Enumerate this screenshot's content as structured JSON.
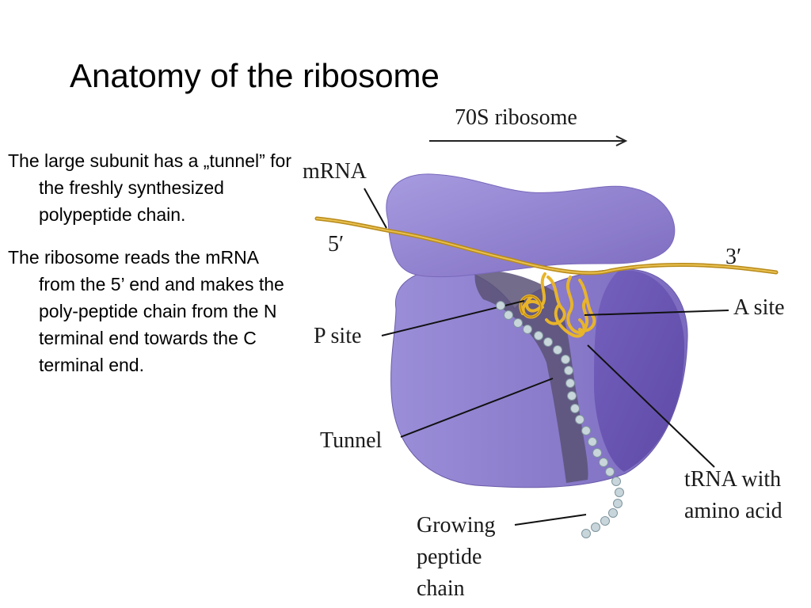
{
  "slide": {
    "title": "Anatomy of the ribosome",
    "bullets": [
      "The large subunit has a „tunnel” for the freshly synthesized polypeptide chain.",
      "The ribosome reads the mRNA from the 5’ end and makes the poly-peptide chain from the N terminal end towards the C terminal end."
    ]
  },
  "figure": {
    "header": "70S ribosome",
    "labels": {
      "mrna": "mRNA",
      "five_prime": "5′",
      "three_prime": "3′",
      "a_site": "A site",
      "p_site": "P site",
      "tunnel": "Tunnel",
      "trna_line1": "tRNA with",
      "trna_line2": "amino acid",
      "peptide_line1": "Growing",
      "peptide_line2": "peptide",
      "peptide_line3": "chain"
    },
    "colors": {
      "ribosome": "#8f7fc8",
      "ribosome_dark": "#6a56b0",
      "tunnel": "#5a5275",
      "mrna": "#c99a1e",
      "trna": "#f0c030",
      "peptide_beads": "#c8d6dc"
    }
  }
}
